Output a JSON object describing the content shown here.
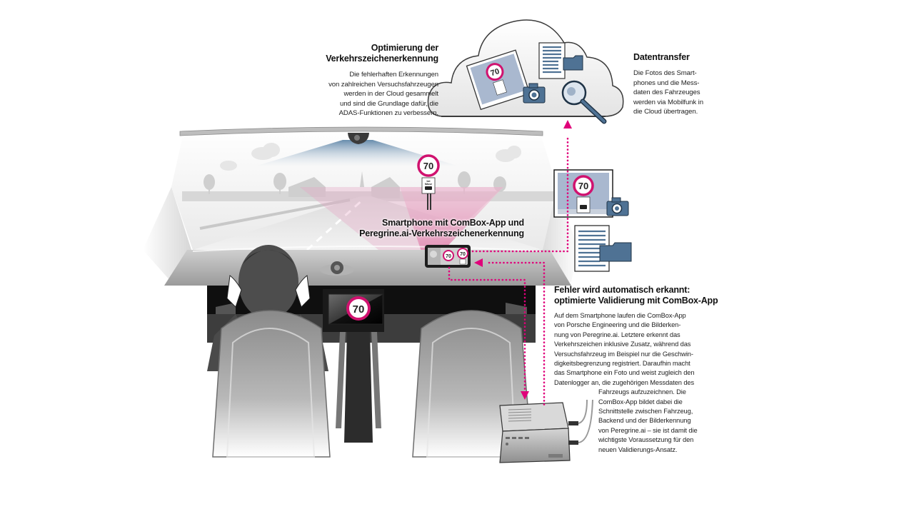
{
  "colors": {
    "accent_magenta": "#e0007a",
    "sign_ring": "#d0126f",
    "icon_blue": "#4f7294",
    "photo_blue": "#a9b8cf",
    "windshield_sky": "#6a8fb0",
    "text_dark": "#1a1a1a"
  },
  "sign": {
    "speed_value": "70",
    "supplement_line1": "bei",
    "supplement_line2": "Nässe"
  },
  "optimization": {
    "title_lines": [
      "Optimierung der",
      "Verkehrszeichenerkennung"
    ],
    "body_lines": [
      "Die fehlerhaften Erkennungen",
      "von zahlreichen Versuchsfahrzeugen",
      "werden in der Cloud gesammelt",
      "und sind die Grundlage dafür, die",
      "ADAS-Funktionen zu verbessern."
    ]
  },
  "data_transfer": {
    "title": "Datentransfer",
    "body_lines": [
      "Die Fotos des Smart-",
      "phones und die Mess-",
      "daten des Fahrzeuges",
      "werden via Mobilfunk in",
      "die Cloud übertragen."
    ]
  },
  "smartphone_label": {
    "lines": [
      "Smartphone mit ComBox-App und",
      "Peregrine.ai-Verkehrszeichenerkennung"
    ]
  },
  "error_detection": {
    "title_lines": [
      "Fehler wird automatisch erkannt:",
      "optimierte Validierung mit ComBox-App"
    ],
    "body_lines_full": [
      "Auf dem Smartphone laufen die ComBox-App",
      "von Porsche Engineering und die Bilderken-",
      "nung von Peregrine.ai. Letztere erkennt das",
      "Verkehrszeichen inklusive Zusatz, während das",
      "Versuchsfahrzeug im Beispiel nur die Geschwin-",
      "digkeitsbegrenzung registriert. Daraufhin macht",
      "das Smartphone ein Foto und weist zugleich den",
      "Datenlogger an, die zugehörigen Messdaten des"
    ],
    "body_lines_indented": [
      "Fahrzeugs aufzuzeichnen. Die",
      "ComBox-App bildet dabei die",
      "Schnittstelle zwischen Fahrzeug,",
      "Backend und der Bilderkennung",
      "von Peregrine.ai – sie ist damit die",
      "wichtigste Voraussetzung für den",
      "neuen Validierungs-Ansatz."
    ]
  }
}
